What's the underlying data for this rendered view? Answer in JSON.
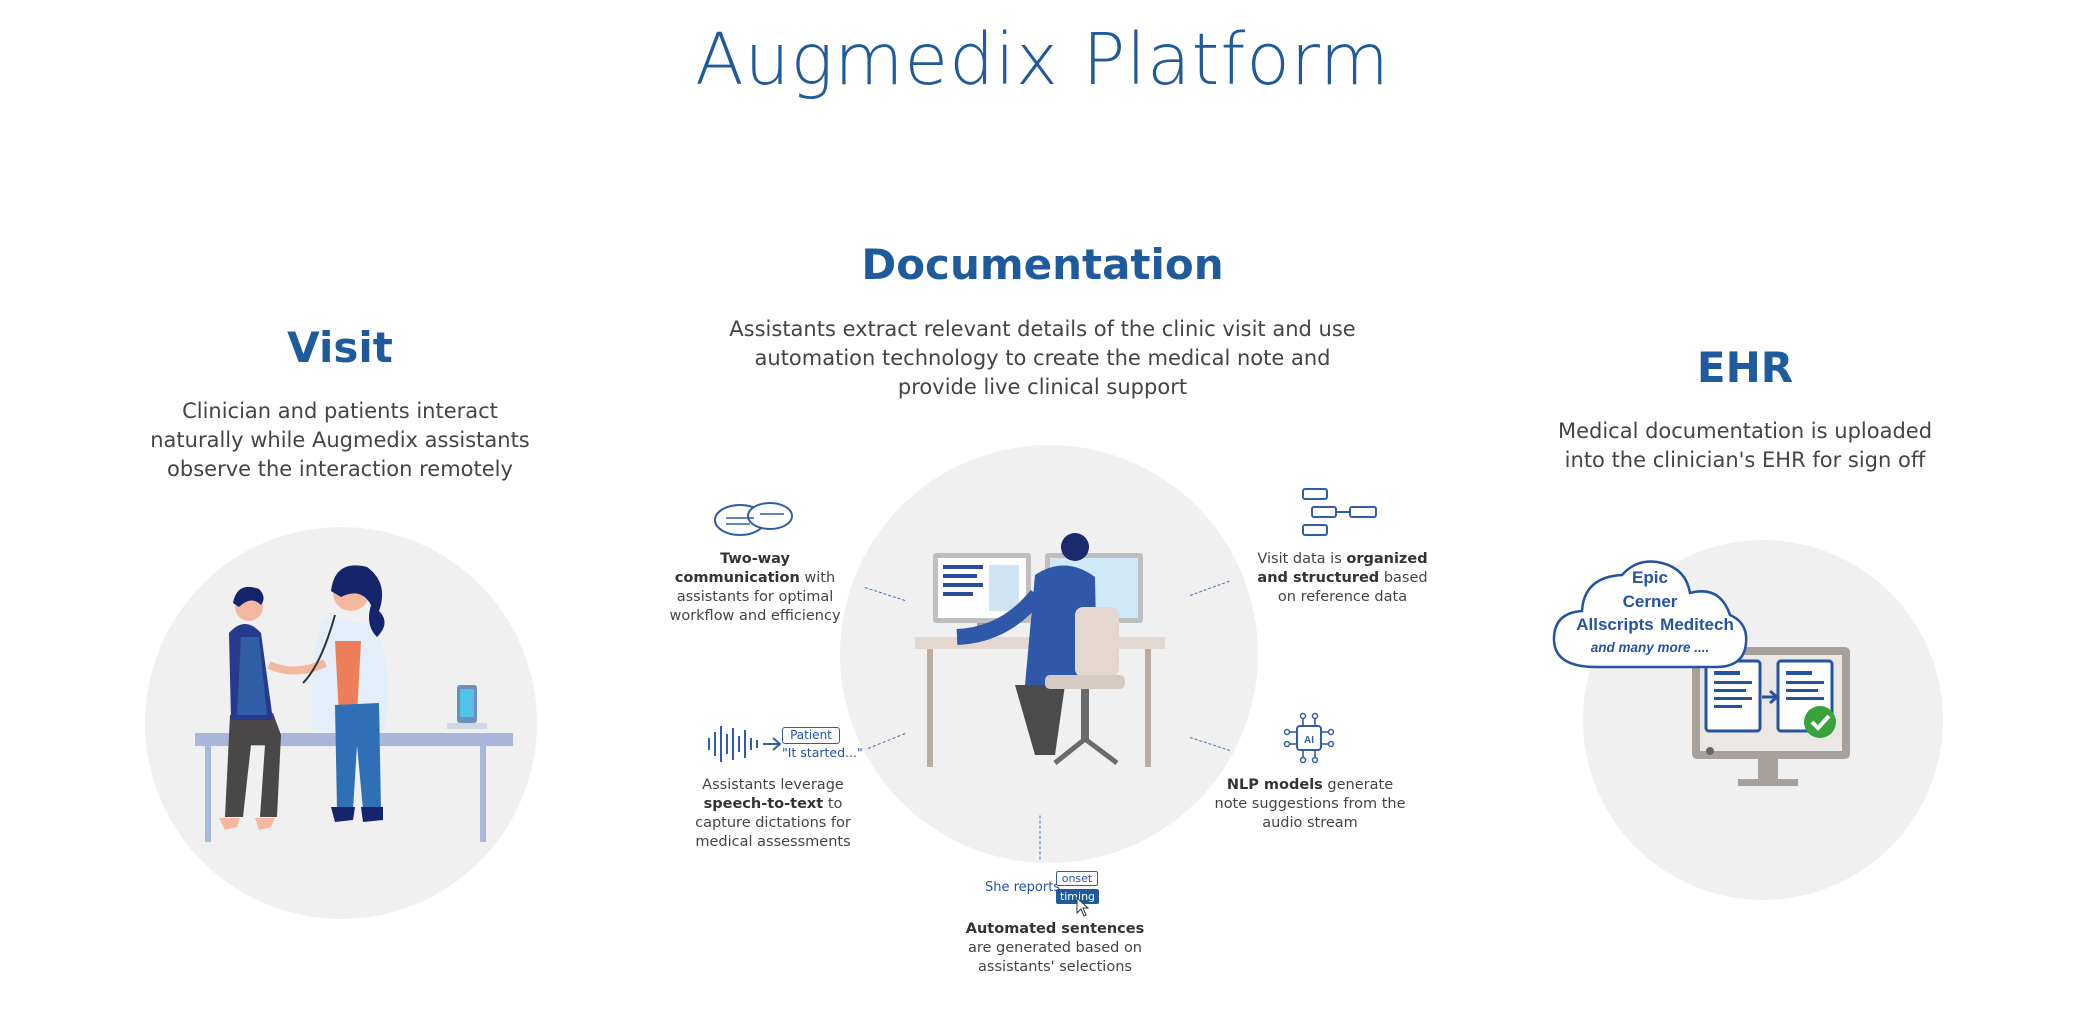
{
  "page": {
    "title": "Augmedix Platform"
  },
  "visit": {
    "title": "Visit",
    "description": "Clinician and patients interact naturally while Augmedix assistants observe the interaction remotely"
  },
  "documentation": {
    "title": "Documentation",
    "description": "Assistants extract relevant details of the clinic visit and use automation technology to create the medical note and provide live clinical support",
    "features": {
      "two_way": {
        "bold": "Two-way communication",
        "rest": "with assistants for optimal workflow and efficiency"
      },
      "visit_data": {
        "pre": "Visit data is",
        "bold": "organized and structured",
        "post": "based on reference data"
      },
      "speech": {
        "pre": "Assistants leverage",
        "bold": "speech-to-text",
        "post": "to capture dictations for medical assessments"
      },
      "nlp": {
        "bold": "NLP models",
        "post": "generate note suggestions from the audio stream"
      },
      "automated": {
        "bold": "Automated sentences",
        "post": "are generated based on assistants' selections"
      }
    },
    "patient_tag": "Patient",
    "quote": "\"It started...\"",
    "she_reports": "She reports",
    "option_onset": "onset",
    "option_timing": "timing"
  },
  "ehr": {
    "title": "EHR",
    "description": "Medical documentation is uploaded into the clinician's EHR for sign off",
    "systems": [
      "Epic",
      "Cerner",
      "Allscripts",
      "Meditech"
    ],
    "more": "and many more ...."
  },
  "colors": {
    "brand_blue": "#1f5a9c",
    "circle_bg": "#f0f0f0",
    "check_green": "#3aa23a"
  }
}
